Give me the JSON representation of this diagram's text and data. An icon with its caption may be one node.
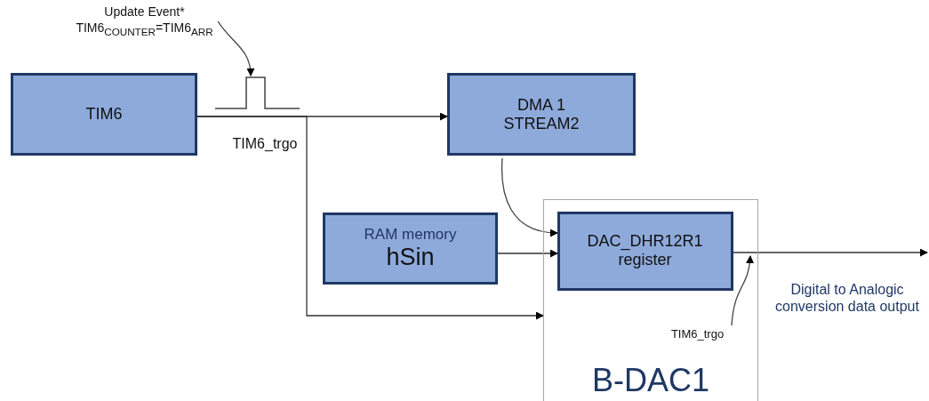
{
  "diagram": {
    "nodes": [
      {
        "text": [
          "TIM6"
        ]
      },
      {
        "text": [
          "DMA 1 STREAM2"
        ]
      },
      {
        "text": [
          "B-DAC1"
        ]
      },
      {
        "text": [
          "RAM memory",
          "hSin"
        ]
      },
      {
        "text": [
          "DAC_DHR12R1 register"
        ],
        "in": 2
      },
      {
        "text": [
          "Update Event* TIM6$_{COUNTER}$=TIM6$_{ARR}$"
        ]
      },
      {
        "text": [],
        "shape": "pulse"
      },
      {
        "text": [
          "TIM6_trgo"
        ],
        "in": 2
      }
    ],
    "edges": [
      {
        "from": 0,
        "to": 1,
        "arrow": "to"
      },
      {
        "from": 0,
        "to": 2,
        "arrow": "to"
      },
      {
        "from": 1,
        "to": 4,
        "arrow": "to"
      },
      {
        "from": 3,
        "to": 4,
        "arrow": "to"
      },
      {
        "from": 4,
        "to": null,
        "arrow": "to"
      },
      {
        "from": 5,
        "to": 6,
        "arrow": "to"
      },
      {
        "from": 7,
        "to": null,
        "arrow": "to"
      }
    ],
    "labels": [
      "TIM6_trgo",
      "Digital to Analogic conversion data output"
    ]
  }
}
